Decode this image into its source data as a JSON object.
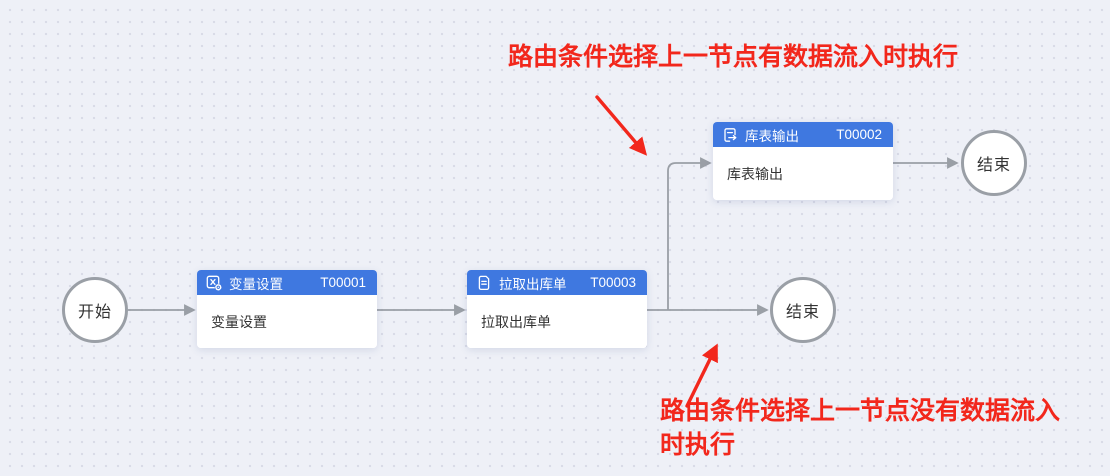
{
  "colors": {
    "background": "#eef0f7",
    "grid_dot": "#d9dbe7",
    "node_header_blue": "#3f78e0",
    "connector_gray": "#9a9fa6",
    "annotation_red": "#f2271c"
  },
  "flow": {
    "start": {
      "label": "开始"
    },
    "ends": {
      "top": "结束",
      "bottom": "结束"
    },
    "nodes": {
      "variable_settings": {
        "title": "变量设置",
        "code": "T00001",
        "body": "变量设置",
        "icon": "variable-settings-icon"
      },
      "pull_outbound": {
        "title": "拉取出库单",
        "code": "T00003",
        "body": "拉取出库单",
        "icon": "document-icon"
      },
      "table_output": {
        "title": "库表输出",
        "code": "T00002",
        "body": "库表输出",
        "icon": "table-export-icon"
      }
    }
  },
  "annotations": {
    "top": "路由条件选择上一节点有数据流入时执行",
    "bottom": "路由条件选择上一节点没有数据流入\n时执行"
  }
}
